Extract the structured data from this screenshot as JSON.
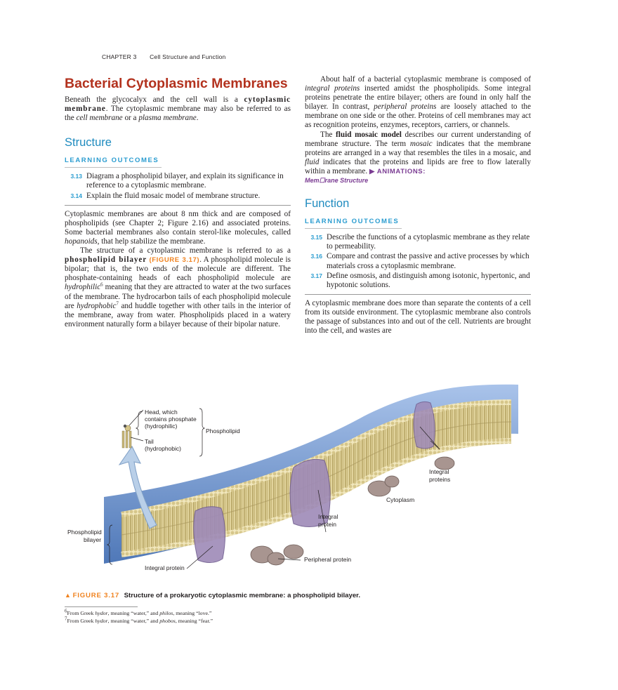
{
  "running_head": {
    "chapter": "CHAPTER 3",
    "title": "Cell Structure and Function"
  },
  "left": {
    "h1": "Bacterial Cytoplasmic Membranes",
    "intro": {
      "t1": "Beneath the glycocalyx and the cell wall is a ",
      "b1": "cytoplasmic membrane",
      "t2": ". The cytoplasmic membrane may also be referred to as the ",
      "i1": "cell membrane",
      "t3": " or a ",
      "i2": "plasma membrane",
      "t4": "."
    },
    "h2": "Structure",
    "lo_title": "LEARNING OUTCOMES",
    "lo": [
      {
        "num": "3.13",
        "text": "Diagram a phospholipid bilayer, and explain its significance in reference to a cytoplasmic membrane."
      },
      {
        "num": "3.14",
        "text": "Explain the fluid mosaic model of membrane structure."
      }
    ],
    "p1": {
      "t1": "Cytoplasmic membranes are about 8 nm thick and are composed of phospholipids (see Chapter 2; Figure 2.16) and associated proteins. Some bacterial membranes also contain sterol-like molecules, called ",
      "i1": "hopanoids",
      "t2": ", that help stabilize the membrane."
    },
    "p2": {
      "t1": "The structure of a cytoplasmic membrane is referred to as a ",
      "b1": "phospholipid bilayer",
      "ref": "(FIGURE 3.17)",
      "t2": ". A phospholipid molecule is bipolar; that is, the two ends of the molecule are different. The phosphate-containing heads of each phospholipid molecule are ",
      "i1": "hydrophilic",
      "sup1": "6",
      "t3": " meaning that they are attracted to water at the two surfaces of the membrane. The hydrocarbon tails of each phospholipid molecule are ",
      "i2": "hydrophobic",
      "sup2": "7",
      "t4": " and huddle together with other tails in the interior of the membrane, away from water. Phospholipids placed in a watery environment naturally form a bilayer because of their bipolar nature."
    }
  },
  "right": {
    "p1": {
      "t1": "About half of a bacterial cytoplasmic membrane is composed of ",
      "i1": "integral proteins",
      "t2": " inserted amidst the phospholipids. Some integral proteins penetrate the entire bilayer; others are found in only half the bilayer. In contrast, ",
      "i2": "peripheral proteins",
      "t3": " are loosely attached to the membrane on one side or the other. Proteins of cell membranes may act as recognition proteins, enzymes, receptors, carriers, or channels."
    },
    "p2": {
      "t1": "The ",
      "b1": "fluid mosaic model",
      "t2": " describes our current understanding of membrane structure. The term ",
      "i1": "mosaic",
      "t3": " indicates that the membrane proteins are arranged in a way that resembles the tiles in a mosaic, and ",
      "i2": "fluid",
      "t4": " indicates that the proteins and lipids are free to flow laterally within a membrane. ",
      "anim": "▶ ANIMATIONS:",
      "anim_sub": "Mem☐rane Structure"
    },
    "h2": "Function",
    "lo_title": "LEARNING OUTCOMES",
    "lo": [
      {
        "num": "3.15",
        "text": "Describe the functions of a cytoplasmic membrane as they relate to permeability."
      },
      {
        "num": "3.16",
        "text": "Compare and contrast the passive and active processes by which materials cross a cytoplasmic membrane."
      },
      {
        "num": "3.17",
        "text": "Define osmosis, and distinguish among isotonic, hypertonic, and hypotonic solutions."
      }
    ],
    "p3": "A cytoplasmic membrane does more than separate the contents of a cell from its outside environment. The cytoplasmic membrane also controls the passage of substances into and out of the cell. Nutrients are brought into the cell, and wastes are"
  },
  "figure": {
    "labels": {
      "head1": "Head, which",
      "head2": "contains phosphate",
      "head3": "(hydrophilic)",
      "tail1": "Tail",
      "tail2": "(hydrophobic)",
      "phospholipid": "Phospholipid",
      "bilayer1": "Phospholipid",
      "bilayer2": "bilayer",
      "integral_left": "Integral protein",
      "integral_mid1": "Integral",
      "integral_mid2": "protein",
      "integral_right1": "Integral",
      "integral_right2": "proteins",
      "cytoplasm": "Cytoplasm",
      "peripheral": "Peripheral protein"
    },
    "colors": {
      "fluid": "#7fa3d8",
      "heads": "#e6d9a0",
      "tails": "#cdbf85",
      "protein": "#9e8ab8",
      "peripheral": "#a89590",
      "arrow": "#b9cfe8"
    }
  },
  "caption": {
    "marker": "▲",
    "label": "FIGURE 3.17",
    "text": "Structure of a prokaryotic cytoplasmic membrane: a phospholipid bilayer."
  },
  "footnotes": [
    {
      "sup": "6",
      "t1": "From Greek ",
      "i1": "hydor",
      "t2": ", meaning “water,” and ",
      "i2": "philos",
      "t3": ", meaning “love.”"
    },
    {
      "sup": "7",
      "t1": "From Greek ",
      "i1": "hydor",
      "t2": ", meaning “water,” and ",
      "i2": "phobos",
      "t3": ", meaning “fear.”"
    }
  ]
}
